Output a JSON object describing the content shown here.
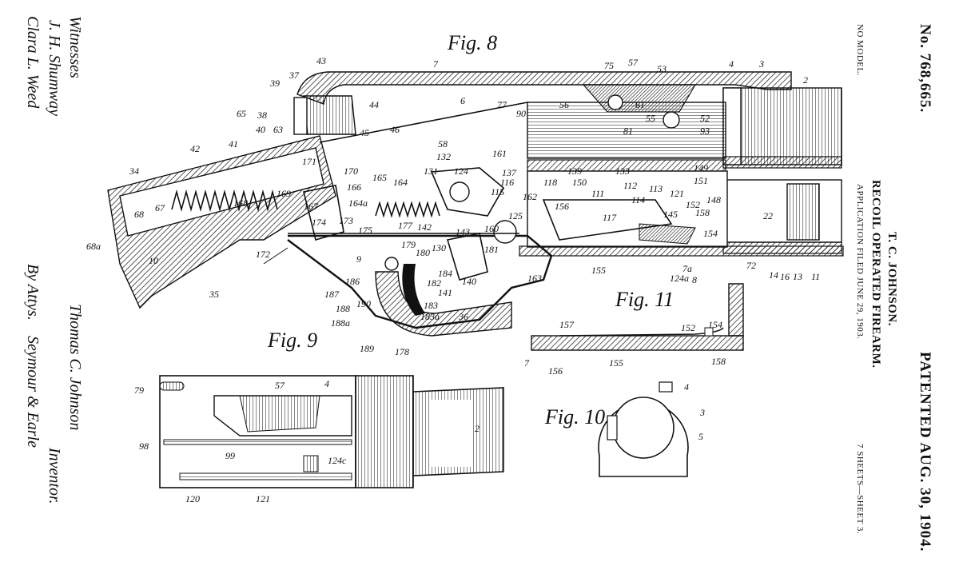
{
  "header": {
    "patent_no": "No. 768,665.",
    "title_name": "T. C. JOHNSON.",
    "invention": "RECOIL OPERATED FIREARM.",
    "application": "APPLICATION FILED JUNE 29, 1903.",
    "patented": "PATENTED AUG. 30, 1904.",
    "no_model": "NO MODEL.",
    "sheets": "7 SHEETS—SHEET 3."
  },
  "figures": {
    "fig8": "Fig. 8",
    "fig9": "Fig. 9",
    "fig10": "Fig. 10",
    "fig11": "Fig. 11"
  },
  "signatures": {
    "witnesses_label": "Witnesses",
    "witness1": "J. H. Shumway",
    "witness2": "Clara L. Weed",
    "inventor_name": "Thomas C. Johnson",
    "inventor_label": "Inventor.",
    "attys_label": "By Attys.",
    "attys_name": "Seymour & Earle"
  },
  "reference_numerals": {
    "fig8": [
      "7",
      "75",
      "57",
      "53",
      "4",
      "3",
      "2",
      "39",
      "37",
      "43",
      "44",
      "6",
      "77",
      "90",
      "56",
      "61",
      "55",
      "81",
      "52",
      "93",
      "65",
      "38",
      "40",
      "63",
      "45",
      "46",
      "58",
      "132",
      "161",
      "42",
      "41",
      "171",
      "124",
      "137",
      "34",
      "170",
      "165",
      "164",
      "131",
      "116",
      "139",
      "133",
      "149",
      "151",
      "115",
      "150",
      "111",
      "112",
      "114",
      "113",
      "121",
      "148",
      "22",
      "169",
      "166",
      "164a",
      "162",
      "118",
      "68",
      "67",
      "168",
      "167",
      "174",
      "173",
      "156",
      "117",
      "145",
      "158",
      "125",
      "175",
      "177",
      "142",
      "143",
      "152",
      "154",
      "68a",
      "160",
      "172",
      "10",
      "9",
      "179",
      "180",
      "130",
      "181",
      "155",
      "163",
      "124a",
      "72",
      "14",
      "16",
      "13",
      "11",
      "35",
      "186",
      "182",
      "184",
      "140",
      "187",
      "188",
      "190",
      "141",
      "183",
      "36",
      "188a",
      "189",
      "178",
      "183a",
      "7a",
      "8"
    ],
    "fig9": [
      "79",
      "57",
      "4",
      "2",
      "98",
      "99",
      "124c",
      "120",
      "121"
    ],
    "fig10": [
      "4",
      "3",
      "5"
    ],
    "fig11": [
      "157",
      "152",
      "154",
      "7",
      "156",
      "155",
      "158"
    ]
  }
}
